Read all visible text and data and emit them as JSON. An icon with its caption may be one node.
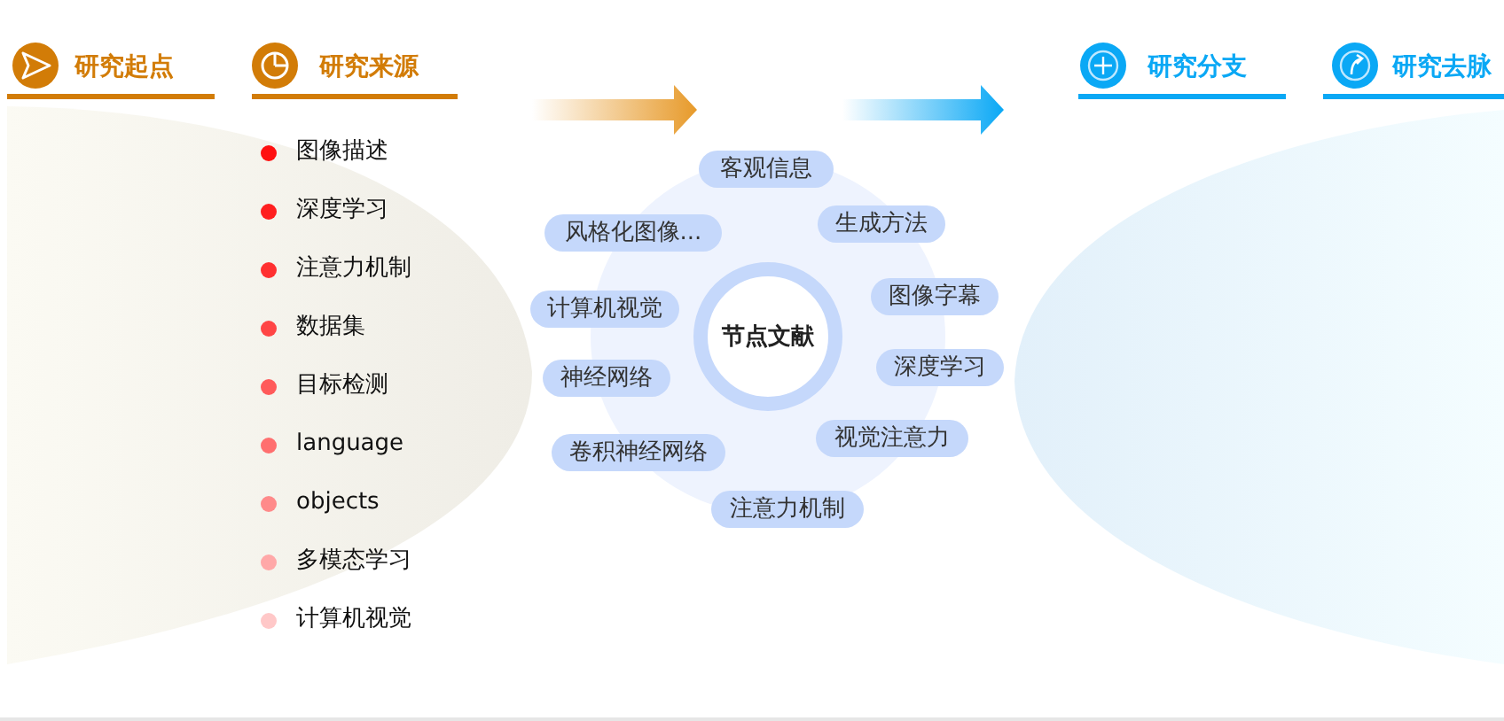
{
  "diagram": {
    "nodes": [
      {
        "text": [
          "节点文献"
        ]
      },
      {
        "text": [
          "客观信息"
        ]
      },
      {
        "text": [
          "风格化图像..."
        ]
      },
      {
        "text": [
          "生成方法"
        ]
      },
      {
        "text": [
          "计算机视觉"
        ]
      },
      {
        "text": [
          "图像字幕"
        ]
      },
      {
        "text": [
          "神经网络"
        ]
      },
      {
        "text": [
          "深度学习"
        ]
      },
      {
        "text": [
          "视觉注意力"
        ]
      },
      {
        "text": [
          "卷积神经网络"
        ]
      },
      {
        "text": [
          "注意力机制"
        ]
      }
    ],
    "labels": [
      "研究起点",
      "研究来源",
      "研究分支",
      "研究去脉",
      "图像描述",
      "深度学习",
      "注意力机制",
      "数据集",
      "目标检测",
      "language",
      "objects",
      "多模态学习",
      "计算机视觉"
    ]
  }
}
